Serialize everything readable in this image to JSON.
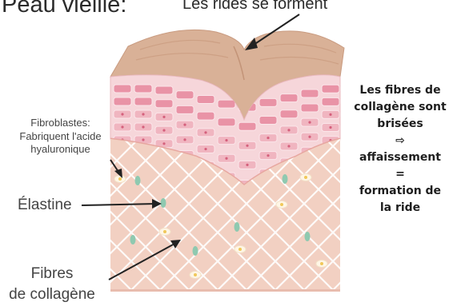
{
  "title": "Peau vieille:",
  "top_label": "Les rides se forment",
  "labels": {
    "fibroblastes_line1": "Fibroblastes:",
    "fibroblastes_line2": "Fabriquent l'acide",
    "fibroblastes_line3": "hyaluronique",
    "elastine": "Élastine",
    "collagene_line1": "Fibres",
    "collagene_line2": "de collagène"
  },
  "explanation": {
    "line1": "Les fibres de",
    "line2": "collagène sont",
    "line3": "brisées",
    "arrow": "⇨",
    "line4": "affaissement",
    "equals": "=",
    "line5": "formation de",
    "line6": "la ride"
  },
  "colors": {
    "skin_top": "#dcb59a",
    "dermis": "#f2cfc0",
    "epidermis_band": "#f5d3d8",
    "cell_pink": "#e993a6",
    "elastin_green": "#8fc9b0",
    "fibroblast_yellow": "#f0c85a"
  }
}
